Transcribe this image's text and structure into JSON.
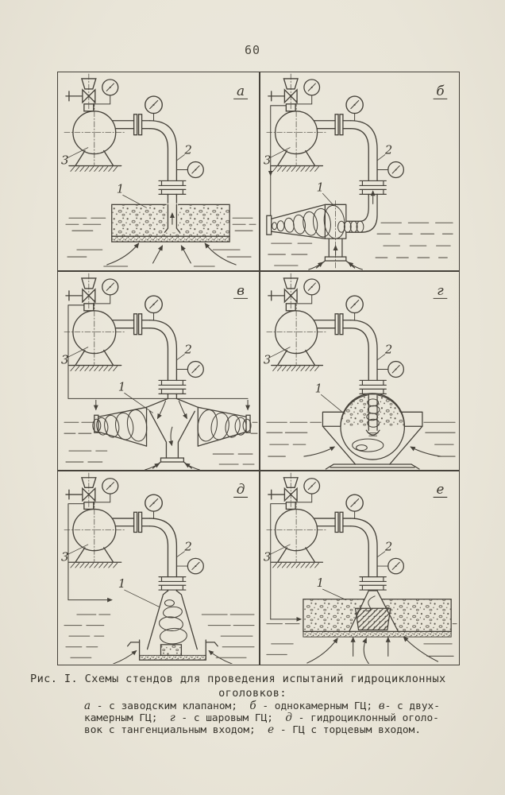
{
  "page": {
    "number": "60"
  },
  "colors": {
    "paper": "#e9e5d8",
    "ink": "#46423a",
    "ink_soft": "#5b564c"
  },
  "figure": {
    "panels": [
      {
        "letter": "а",
        "labels": {
          "headwork": "1",
          "pipeline": "2",
          "pump": "3"
        }
      },
      {
        "letter": "б",
        "labels": {
          "headwork": "1",
          "pipeline": "2",
          "pump": "3"
        }
      },
      {
        "letter": "в",
        "labels": {
          "headwork": "1",
          "pipeline": "2",
          "pump": "3"
        }
      },
      {
        "letter": "г",
        "labels": {
          "headwork": "1",
          "pipeline": "2",
          "pump": "3"
        }
      },
      {
        "letter": "д",
        "labels": {
          "headwork": "1",
          "pipeline": "2",
          "pump": "3"
        }
      },
      {
        "letter": "е",
        "labels": {
          "headwork": "1",
          "pipeline": "2",
          "pump": "3"
        }
      }
    ],
    "caption": {
      "title": "Рис. I. Схемы стендов для проведения испытаний гидроциклонных",
      "subtitle": "оголовков:",
      "detail_lines": [
        [
          {
            "t": "а",
            "em": true
          },
          {
            "t": " - с заводским клапаном;  ",
            "em": false
          },
          {
            "t": "б",
            "em": true
          },
          {
            "t": " - однокамерным ГЦ; ",
            "em": false
          },
          {
            "t": "в",
            "em": true
          },
          {
            "t": "- с двух-",
            "em": false
          }
        ],
        [
          {
            "t": "камерным ГЦ;  ",
            "em": false
          },
          {
            "t": "г",
            "em": true
          },
          {
            "t": " - с шаровым ГЦ;  ",
            "em": false
          },
          {
            "t": "д",
            "em": true
          },
          {
            "t": " - гидроциклонный оголо-",
            "em": false
          }
        ],
        [
          {
            "t": "вок с тангенциальным входом;  ",
            "em": false
          },
          {
            "t": "е",
            "em": true
          },
          {
            "t": " - ГЦ с торцевым входом.",
            "em": false
          }
        ]
      ]
    }
  }
}
